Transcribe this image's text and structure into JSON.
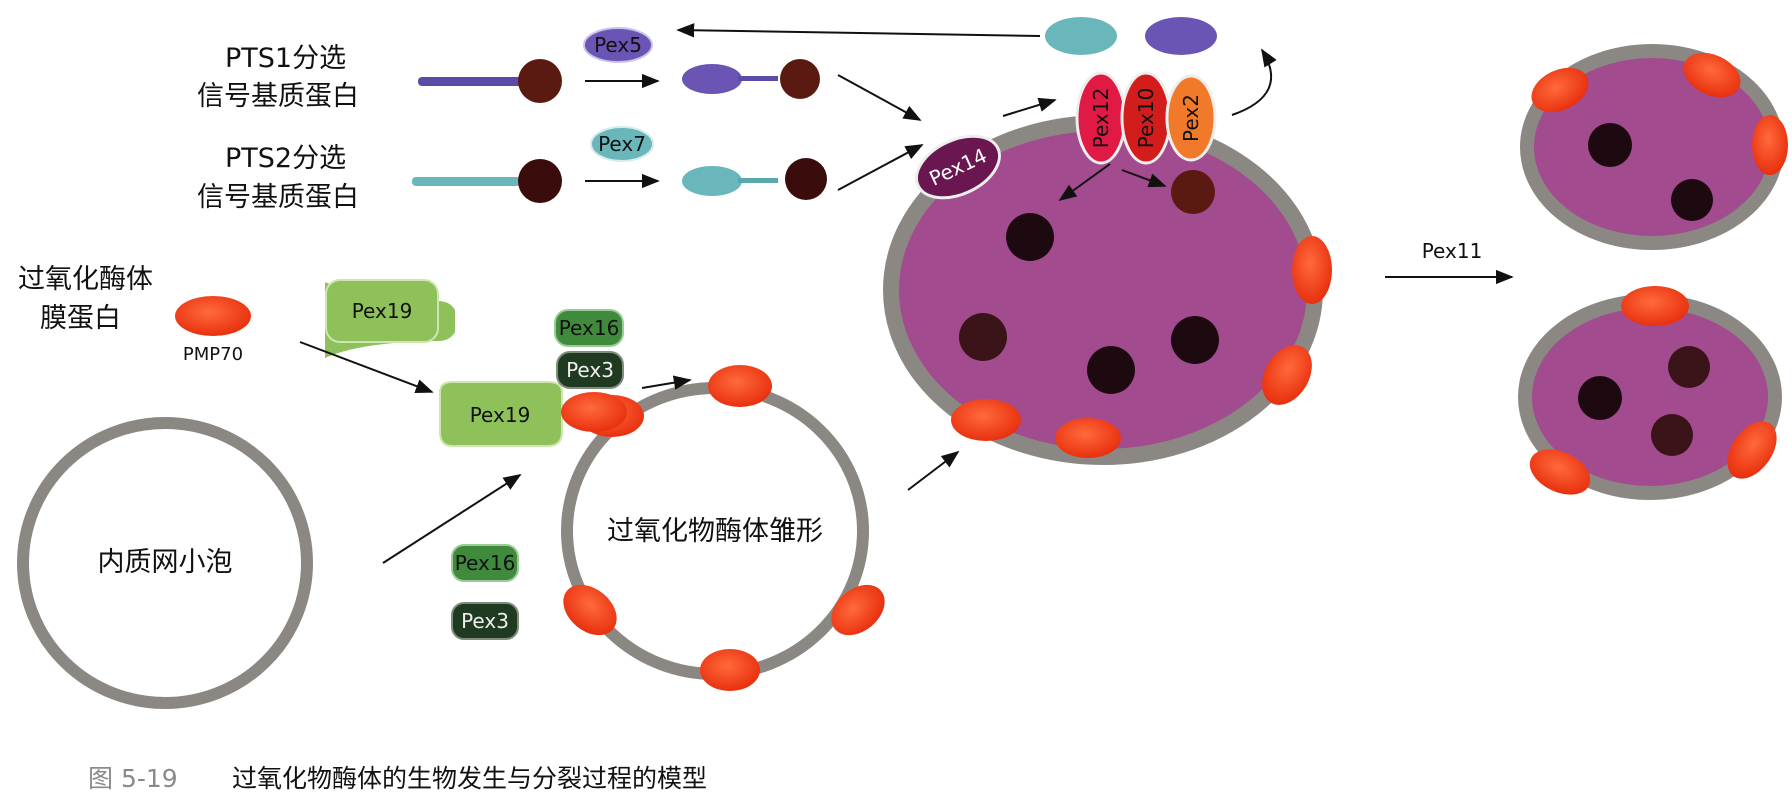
{
  "labels": {
    "pts1_line1": "PTS1分选",
    "pts1_line2": "信号基质蛋白",
    "pts2_line1": "PTS2分选",
    "pts2_line2": "信号基质蛋白",
    "pmp_line1": "过氧化酶体",
    "pmp_line2": "膜蛋白",
    "pmp70": "PMP70",
    "er_vesicle": "内质网小泡",
    "pre_peroxisome": "过氧化物酶体雏形",
    "pex11": "Pex11"
  },
  "proteins": {
    "pex5": "Pex5",
    "pex7": "Pex7",
    "pex19_free": "Pex19",
    "pex19_bound": "Pex19",
    "pex16_bound": "Pex16",
    "pex3_bound": "Pex3",
    "pex16_free": "Pex16",
    "pex3_free": "Pex3",
    "pex14": "Pex14",
    "pex12": "Pex12",
    "pex10": "Pex10",
    "pex2": "Pex2"
  },
  "caption": {
    "number": "图 5-19",
    "title": "过氧化物酶体的生物发生与分裂过程的模型"
  },
  "colors": {
    "membrane": "#8b8883",
    "matrix": "#a24b8e",
    "pmp": "#f0401e",
    "pex19": "#8fc15a",
    "pex16": "#3f8a3c",
    "pex3": "#1f3a20",
    "pex5": "#6a55b4",
    "pex7": "#6ab7bb",
    "pex14": "#6a1650",
    "pex12": "#e01a45",
    "pex10": "#d31c1c",
    "pex2": "#f07a2a",
    "cargo": "#5a1a12"
  }
}
